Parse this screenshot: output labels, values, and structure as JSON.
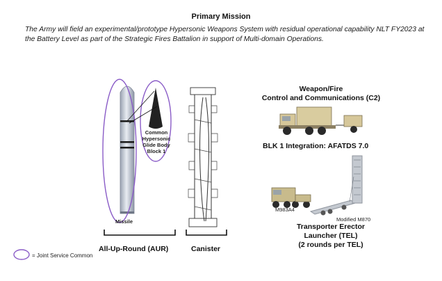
{
  "mission": {
    "title": "Primary Mission",
    "body": "The Army will field an experimental/prototype Hypersonic Weapons System with residual operational capability NLT FY2023 at the Battery Level as part of the Strategic Fires Battalion in support of Multi-domain Operations."
  },
  "aur": {
    "missile_label": "Missile",
    "glide_label_1": "Common",
    "glide_label_2": "Hypersonic",
    "glide_label_3": "Glide Body",
    "glide_label_4": "Block 1",
    "label": "All-Up-Round (AUR)"
  },
  "canister": {
    "label": "Canister"
  },
  "c2": {
    "title_1": "Weapon/Fire",
    "title_2": "Control and Communications (C2)",
    "integration": "BLK 1 Integration:  AFATDS 7.0"
  },
  "tel": {
    "tractor_label": "M983A4",
    "trailer_label": "Modified M870",
    "title_1": "Transporter Erector",
    "title_2": "Launcher  (TEL)",
    "title_3": "(2 rounds per TEL)"
  },
  "legend": {
    "text": "= Joint Service Common"
  },
  "colors": {
    "ellipse": "#8a5cc7",
    "missile_body": "#c9d0dc",
    "vehicle": "#cdbf93",
    "tel_grey": "#b7bcc4"
  }
}
